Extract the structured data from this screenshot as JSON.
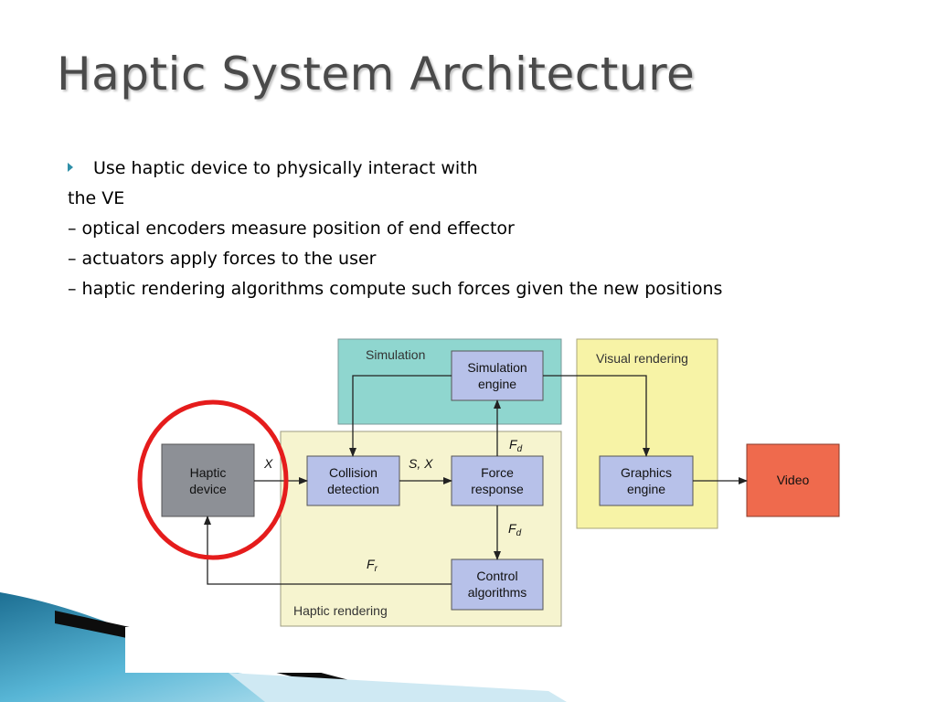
{
  "slide": {
    "title": "Haptic System Architecture",
    "bullets": [
      "Use haptic device to physically interact with",
      "the VE",
      "– optical encoders measure position of end effector",
      "– actuators apply forces to the user",
      "– haptic rendering algorithms compute such forces given the new positions"
    ]
  },
  "diagram": {
    "regions": {
      "simulation": "Simulation",
      "visual_rendering": "Visual rendering",
      "haptic_rendering": "Haptic rendering"
    },
    "blocks": {
      "haptic_device": [
        "Haptic",
        "device"
      ],
      "collision_detection": [
        "Collision",
        "detection"
      ],
      "force_response": [
        "Force",
        "response"
      ],
      "simulation_engine": [
        "Simulation",
        "engine"
      ],
      "control_algorithms": [
        "Control",
        "algorithms"
      ],
      "graphics_engine": [
        "Graphics",
        "engine"
      ],
      "video": "Video"
    },
    "signals": {
      "x": "X",
      "sx_s": "S",
      "sx_rest": ", X",
      "f": "F",
      "d": "d",
      "r": "r"
    },
    "colors": {
      "simulation_region": "#8fd6cf",
      "visual_region": "#f7f3a6",
      "haptic_region": "#f6f4cf",
      "block_fill": "#b7c1e9",
      "haptic_device_fill": "#8d9096",
      "video_fill": "#ef6a4d",
      "highlight_circle": "#e51c1c"
    }
  }
}
